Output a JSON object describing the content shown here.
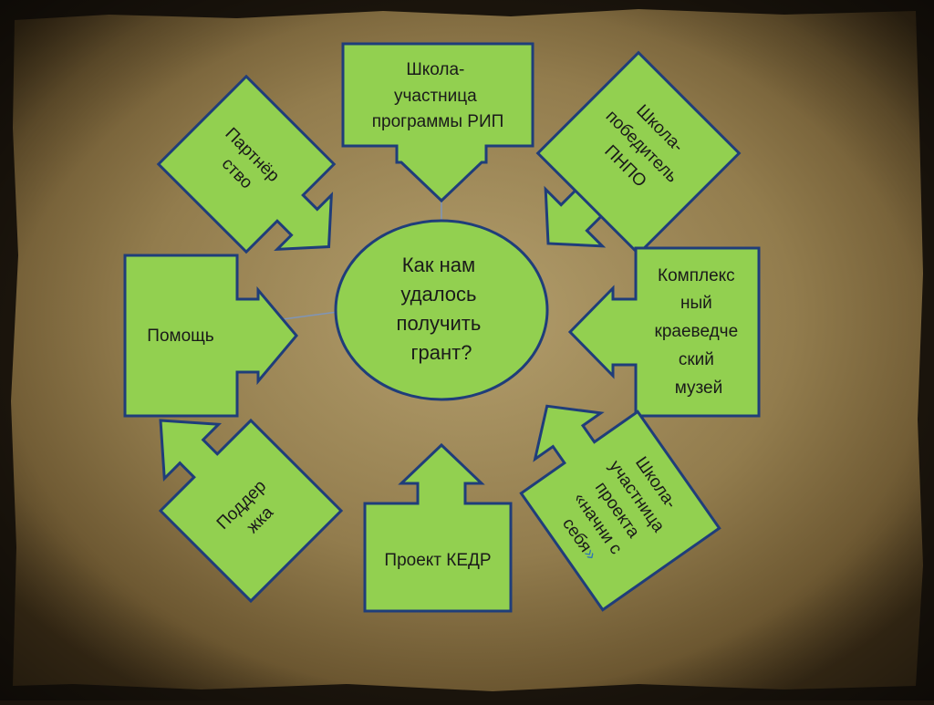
{
  "colors": {
    "frame": "#1a140c",
    "parchment": "#8a7548",
    "parchment_light": "#b09a68",
    "shape_fill": "#92d050",
    "shape_stroke": "#1f3d7a",
    "text": "#1a1a1a",
    "quote_accent": "#2e75b6"
  },
  "center": {
    "lines": [
      "Как нам",
      "удалось",
      "получить",
      "грант?"
    ]
  },
  "nodes": {
    "rip": {
      "lines": [
        "Школа-",
        "участница",
        "программы РИП"
      ]
    },
    "pnpo": {
      "lines": [
        "Школа-",
        "победитель",
        "ПНПО"
      ]
    },
    "partnership": {
      "lines": [
        "Партнёр",
        "ство"
      ]
    },
    "museum": {
      "lines": [
        "Комплекс",
        "ный",
        "краеведче",
        "ский",
        "музей"
      ]
    },
    "help": {
      "lines": [
        "Помощь"
      ]
    },
    "support": {
      "lines": [
        "Поддер",
        "жка"
      ]
    },
    "kedr": {
      "lines": [
        "Проект КЕДР"
      ]
    },
    "nachni": {
      "lines": [
        "Школа-",
        "участница",
        "проекта",
        "«начни с"
      ],
      "last_line_text": "себя",
      "last_line_quote": "»"
    }
  }
}
